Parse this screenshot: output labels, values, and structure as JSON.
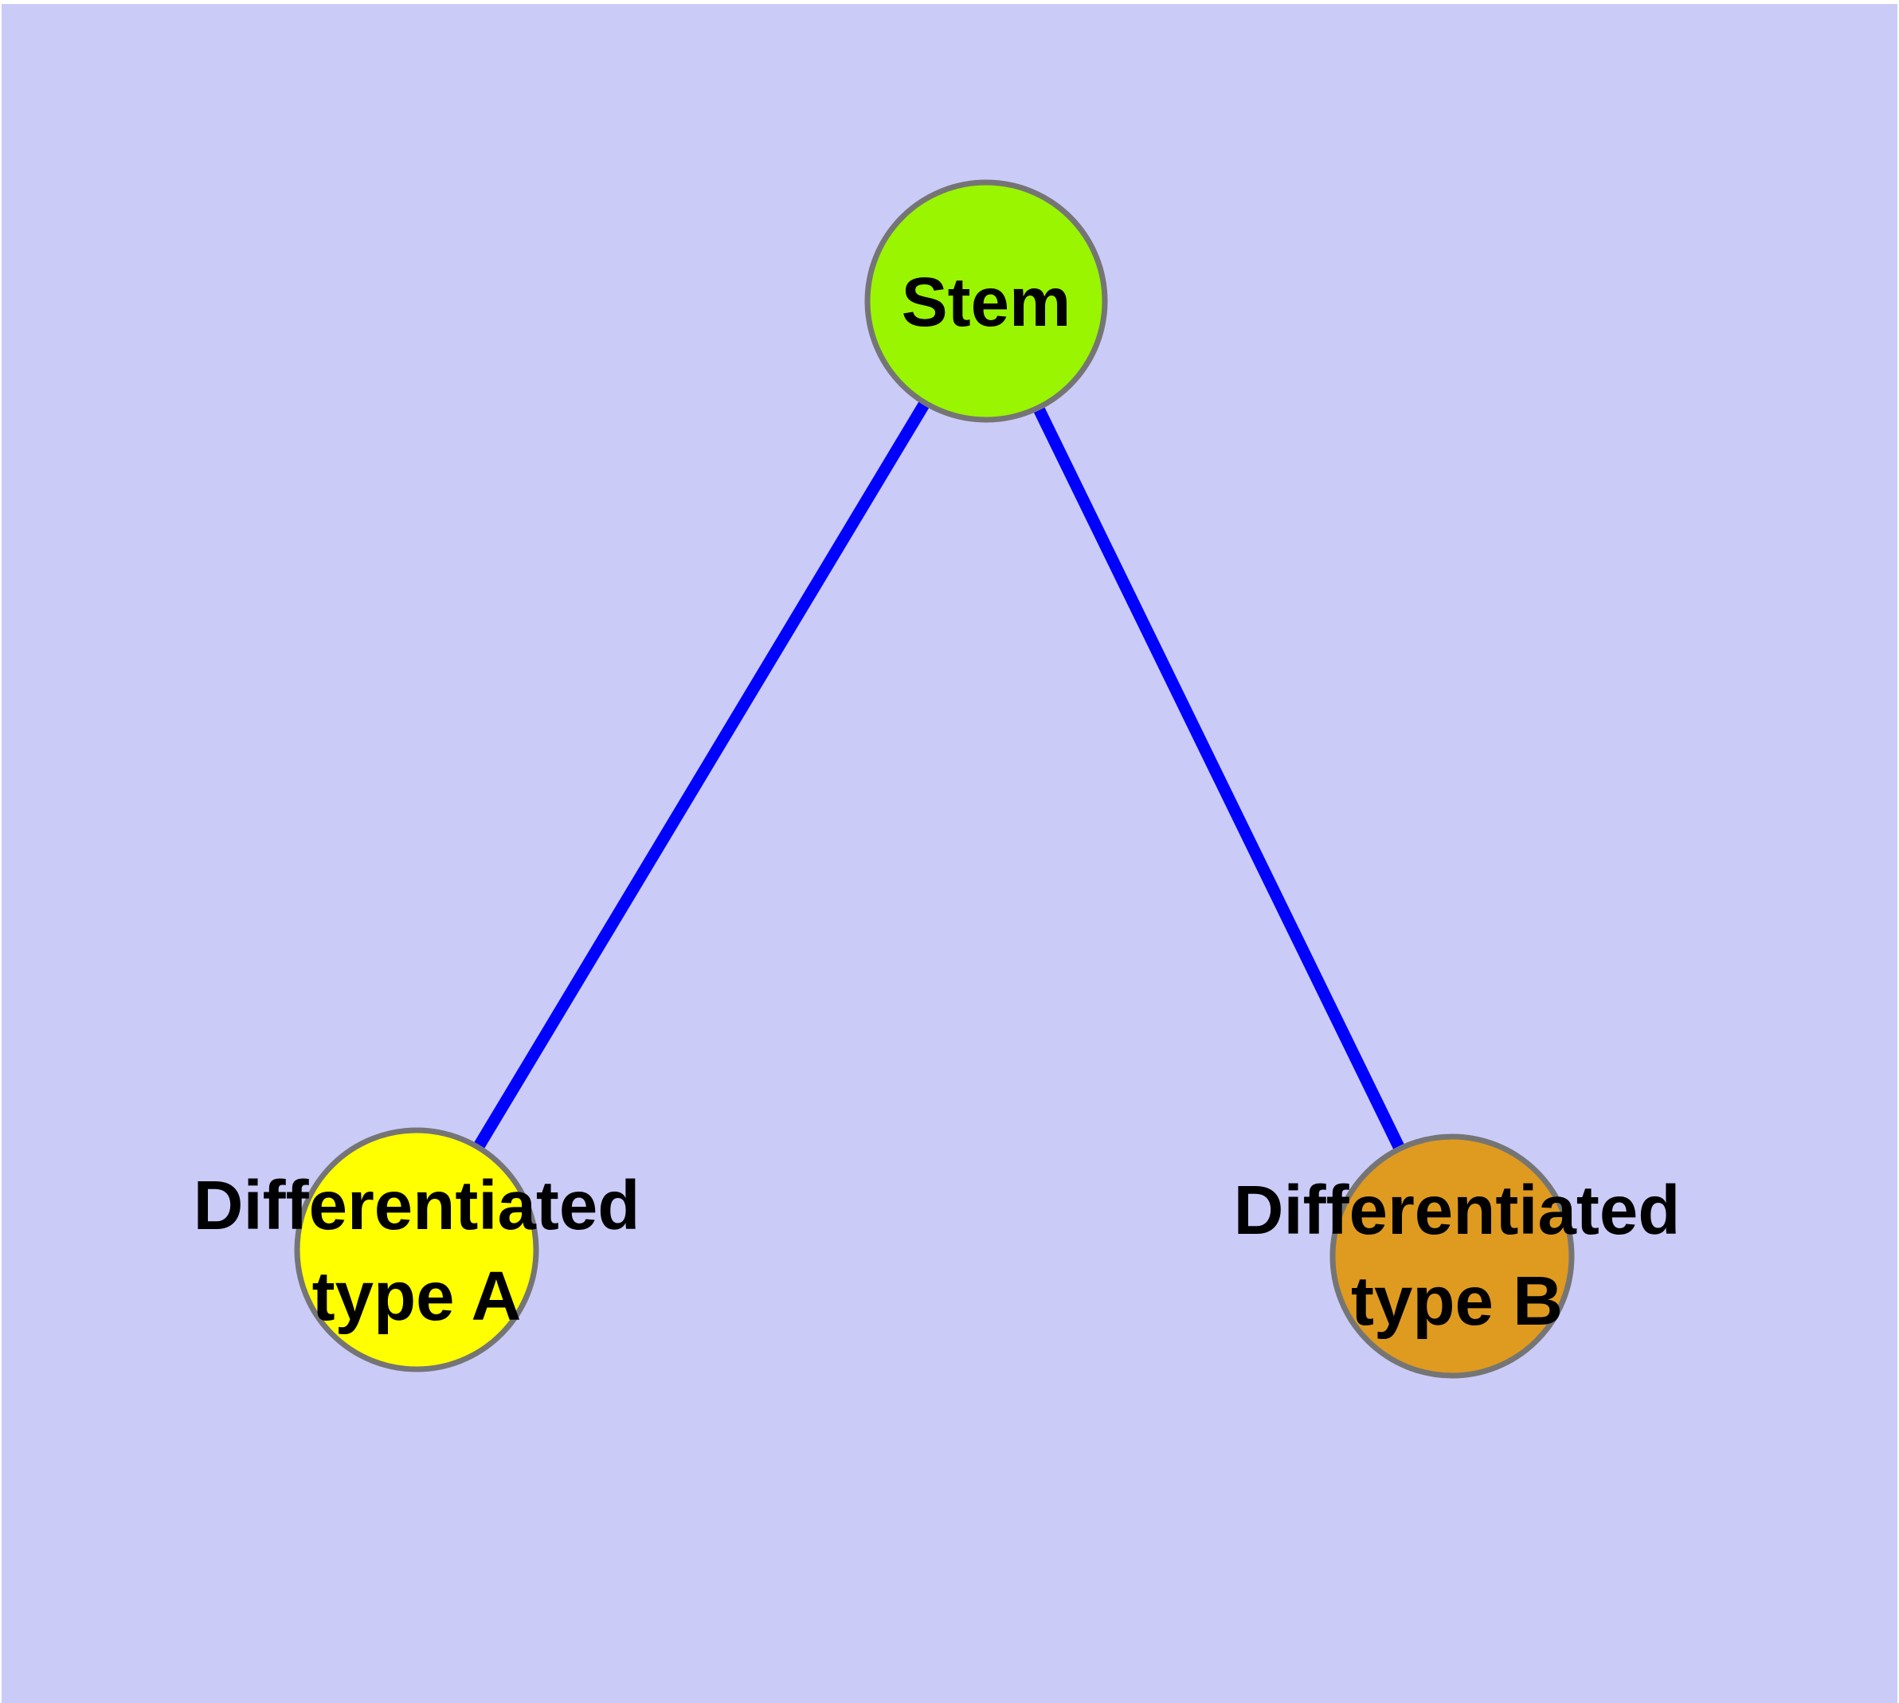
{
  "diagram": {
    "type": "graph",
    "background_color": "#CBCBF8",
    "top_margin_color": "#FFFFFF",
    "edge_color": "#0000FF",
    "node_border_color": "#757575",
    "label_color": "#000000",
    "nodes": [
      {
        "id": "stem",
        "label": "Stem",
        "color": "#9AF500",
        "position": "top-center"
      },
      {
        "id": "type-a",
        "label": "Differentiated type A",
        "label_line1": "Differentiated",
        "label_line2": "type A",
        "color": "#FFFF00",
        "position": "bottom-left"
      },
      {
        "id": "type-b",
        "label": "Differentiated type B",
        "label_line1": "Differentiated",
        "label_line2": "type B",
        "color": "#DF9A20",
        "position": "bottom-right"
      }
    ],
    "edges": [
      {
        "from": "Stem",
        "to": "Differentiated type A"
      },
      {
        "from": "Stem",
        "to": "Differentiated type B"
      }
    ]
  }
}
